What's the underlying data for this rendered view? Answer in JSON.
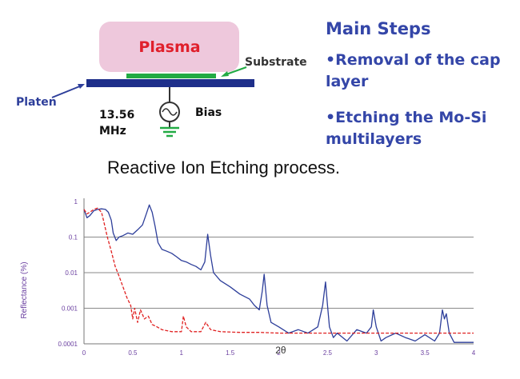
{
  "diagram": {
    "plasma_label": "Plasma",
    "substrate_label": "Substrate",
    "platen_label": "Platen",
    "freq_label_line1": "13.56",
    "freq_label_line2": "MHz",
    "bias_label": "Bias"
  },
  "steps": {
    "title": "Main Steps",
    "items": [
      "•Removal of the cap layer",
      "•Etching the Mo-Si multilayers"
    ]
  },
  "caption": "Reactive Ion Etching process.",
  "colors": {
    "plasma_fill": "#eec8dc",
    "plasma_text": "#e0202c",
    "substrate": "#22aa44",
    "platen": "#1e2f8a",
    "step_text": "#3446a8",
    "series_blue": "#2d3e9a",
    "series_red": "#e02020",
    "axis_labels": "#6a3fa0"
  },
  "chart_data": {
    "type": "line",
    "title": "",
    "xlabel": "2θ",
    "ylabel": "Reflectance (%)",
    "x_ticks": [
      "0",
      "0.5",
      "1",
      "1.5",
      "2",
      "2.5",
      "3",
      "3.5",
      "4"
    ],
    "y_ticks": [
      "1",
      "0.1",
      "0.01",
      "0.001",
      "0.0001"
    ],
    "xlim": [
      0,
      4
    ],
    "ylim": [
      0.0001,
      1
    ],
    "y_scale": "log",
    "grid": "horizontal",
    "series": [
      {
        "color": "#2d3e9a",
        "x": [
          0.0,
          0.03,
          0.06,
          0.1,
          0.14,
          0.18,
          0.22,
          0.25,
          0.28,
          0.3,
          0.33,
          0.36,
          0.4,
          0.45,
          0.5,
          0.55,
          0.6,
          0.64,
          0.67,
          0.7,
          0.73,
          0.76,
          0.8,
          0.85,
          0.9,
          0.95,
          1.0,
          1.05,
          1.1,
          1.15,
          1.2,
          1.24,
          1.27,
          1.3,
          1.33,
          1.4,
          1.5,
          1.6,
          1.7,
          1.75,
          1.8,
          1.83,
          1.85,
          1.88,
          1.92,
          2.0,
          2.1,
          2.2,
          2.3,
          2.4,
          2.45,
          2.48,
          2.5,
          2.52,
          2.56,
          2.6,
          2.7,
          2.8,
          2.9,
          2.95,
          2.97,
          3.0,
          3.05,
          3.1,
          3.2,
          3.3,
          3.4,
          3.5,
          3.6,
          3.65,
          3.68,
          3.7,
          3.72,
          3.75,
          3.8,
          3.9,
          4.0
        ],
        "y": [
          0.6,
          0.35,
          0.4,
          0.55,
          0.6,
          0.62,
          0.6,
          0.5,
          0.3,
          0.13,
          0.08,
          0.1,
          0.11,
          0.13,
          0.12,
          0.16,
          0.22,
          0.45,
          0.8,
          0.5,
          0.2,
          0.07,
          0.045,
          0.04,
          0.035,
          0.028,
          0.022,
          0.02,
          0.017,
          0.015,
          0.012,
          0.02,
          0.12,
          0.03,
          0.01,
          0.006,
          0.004,
          0.0025,
          0.0018,
          0.0012,
          0.0009,
          0.003,
          0.009,
          0.0012,
          0.0004,
          0.0003,
          0.0002,
          0.00025,
          0.0002,
          0.0003,
          0.0012,
          0.0055,
          0.0012,
          0.0003,
          0.00015,
          0.0002,
          0.00012,
          0.00025,
          0.0002,
          0.0003,
          0.0009,
          0.0003,
          0.00012,
          0.00015,
          0.0002,
          0.00015,
          0.00012,
          0.00018,
          0.00012,
          0.0002,
          0.0009,
          0.0005,
          0.0007,
          0.0002,
          0.00011,
          0.00011,
          0.00011
        ]
      },
      {
        "color": "#e02020",
        "dashed": true,
        "x": [
          0.0,
          0.03,
          0.06,
          0.1,
          0.14,
          0.18,
          0.2,
          0.24,
          0.28,
          0.32,
          0.36,
          0.4,
          0.44,
          0.48,
          0.5,
          0.52,
          0.55,
          0.58,
          0.62,
          0.66,
          0.7,
          0.75,
          0.8,
          0.9,
          1.0,
          1.02,
          1.05,
          1.1,
          1.2,
          1.25,
          1.3,
          1.4,
          1.6,
          1.8,
          2.0,
          2.5,
          3.0,
          3.5,
          4.0
        ],
        "y": [
          0.6,
          0.45,
          0.5,
          0.6,
          0.65,
          0.5,
          0.3,
          0.1,
          0.04,
          0.015,
          0.008,
          0.004,
          0.002,
          0.0012,
          0.0005,
          0.001,
          0.0004,
          0.0009,
          0.0005,
          0.0006,
          0.00035,
          0.0003,
          0.00025,
          0.00022,
          0.00022,
          0.0006,
          0.0003,
          0.00022,
          0.00022,
          0.0004,
          0.00025,
          0.00022,
          0.00021,
          0.00021,
          0.0002,
          0.0002,
          0.0002,
          0.0002,
          0.0002
        ]
      }
    ]
  }
}
